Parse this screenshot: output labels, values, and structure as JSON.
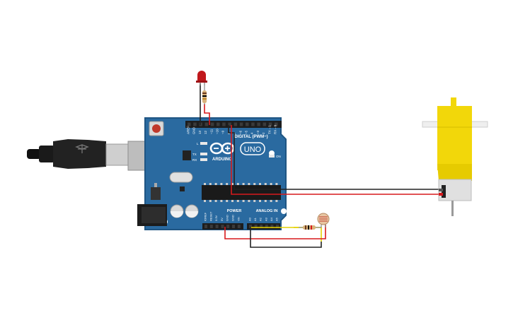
{
  "board": {
    "brand_text": "ARDUINO",
    "model_text": "UNO",
    "digital_header_label": "DIGITAL (PWM~)",
    "power_label": "POWER",
    "analog_label": "ANALOG IN",
    "on_label": "ON",
    "tx_label": "TX",
    "rx_label": "RX",
    "l_label": "L",
    "top_pins": [
      "AREF",
      "GND",
      "13",
      "12",
      "~11",
      "~10",
      "~9",
      "8",
      "7",
      "~6",
      "~5",
      "4",
      "~3",
      "2",
      "TX→1",
      "RX←0"
    ],
    "power_pins": [
      "IOREF",
      "RESET",
      "3.3V",
      "5V",
      "GND",
      "GND",
      "Vin"
    ],
    "analog_pins": [
      "A0",
      "A1",
      "A2",
      "A3",
      "A4",
      "A5"
    ]
  },
  "colors": {
    "board_blue": "#2a6aa0",
    "board_edge": "#1f5583",
    "header_black": "#1d1d1d",
    "wire_red": "#d7191c",
    "wire_black": "#222222",
    "wire_yellow": "#e4d100",
    "led_red": "#c0181c",
    "motor_yellow": "#f2d70a",
    "usb_gray": "#bdbdbd"
  }
}
